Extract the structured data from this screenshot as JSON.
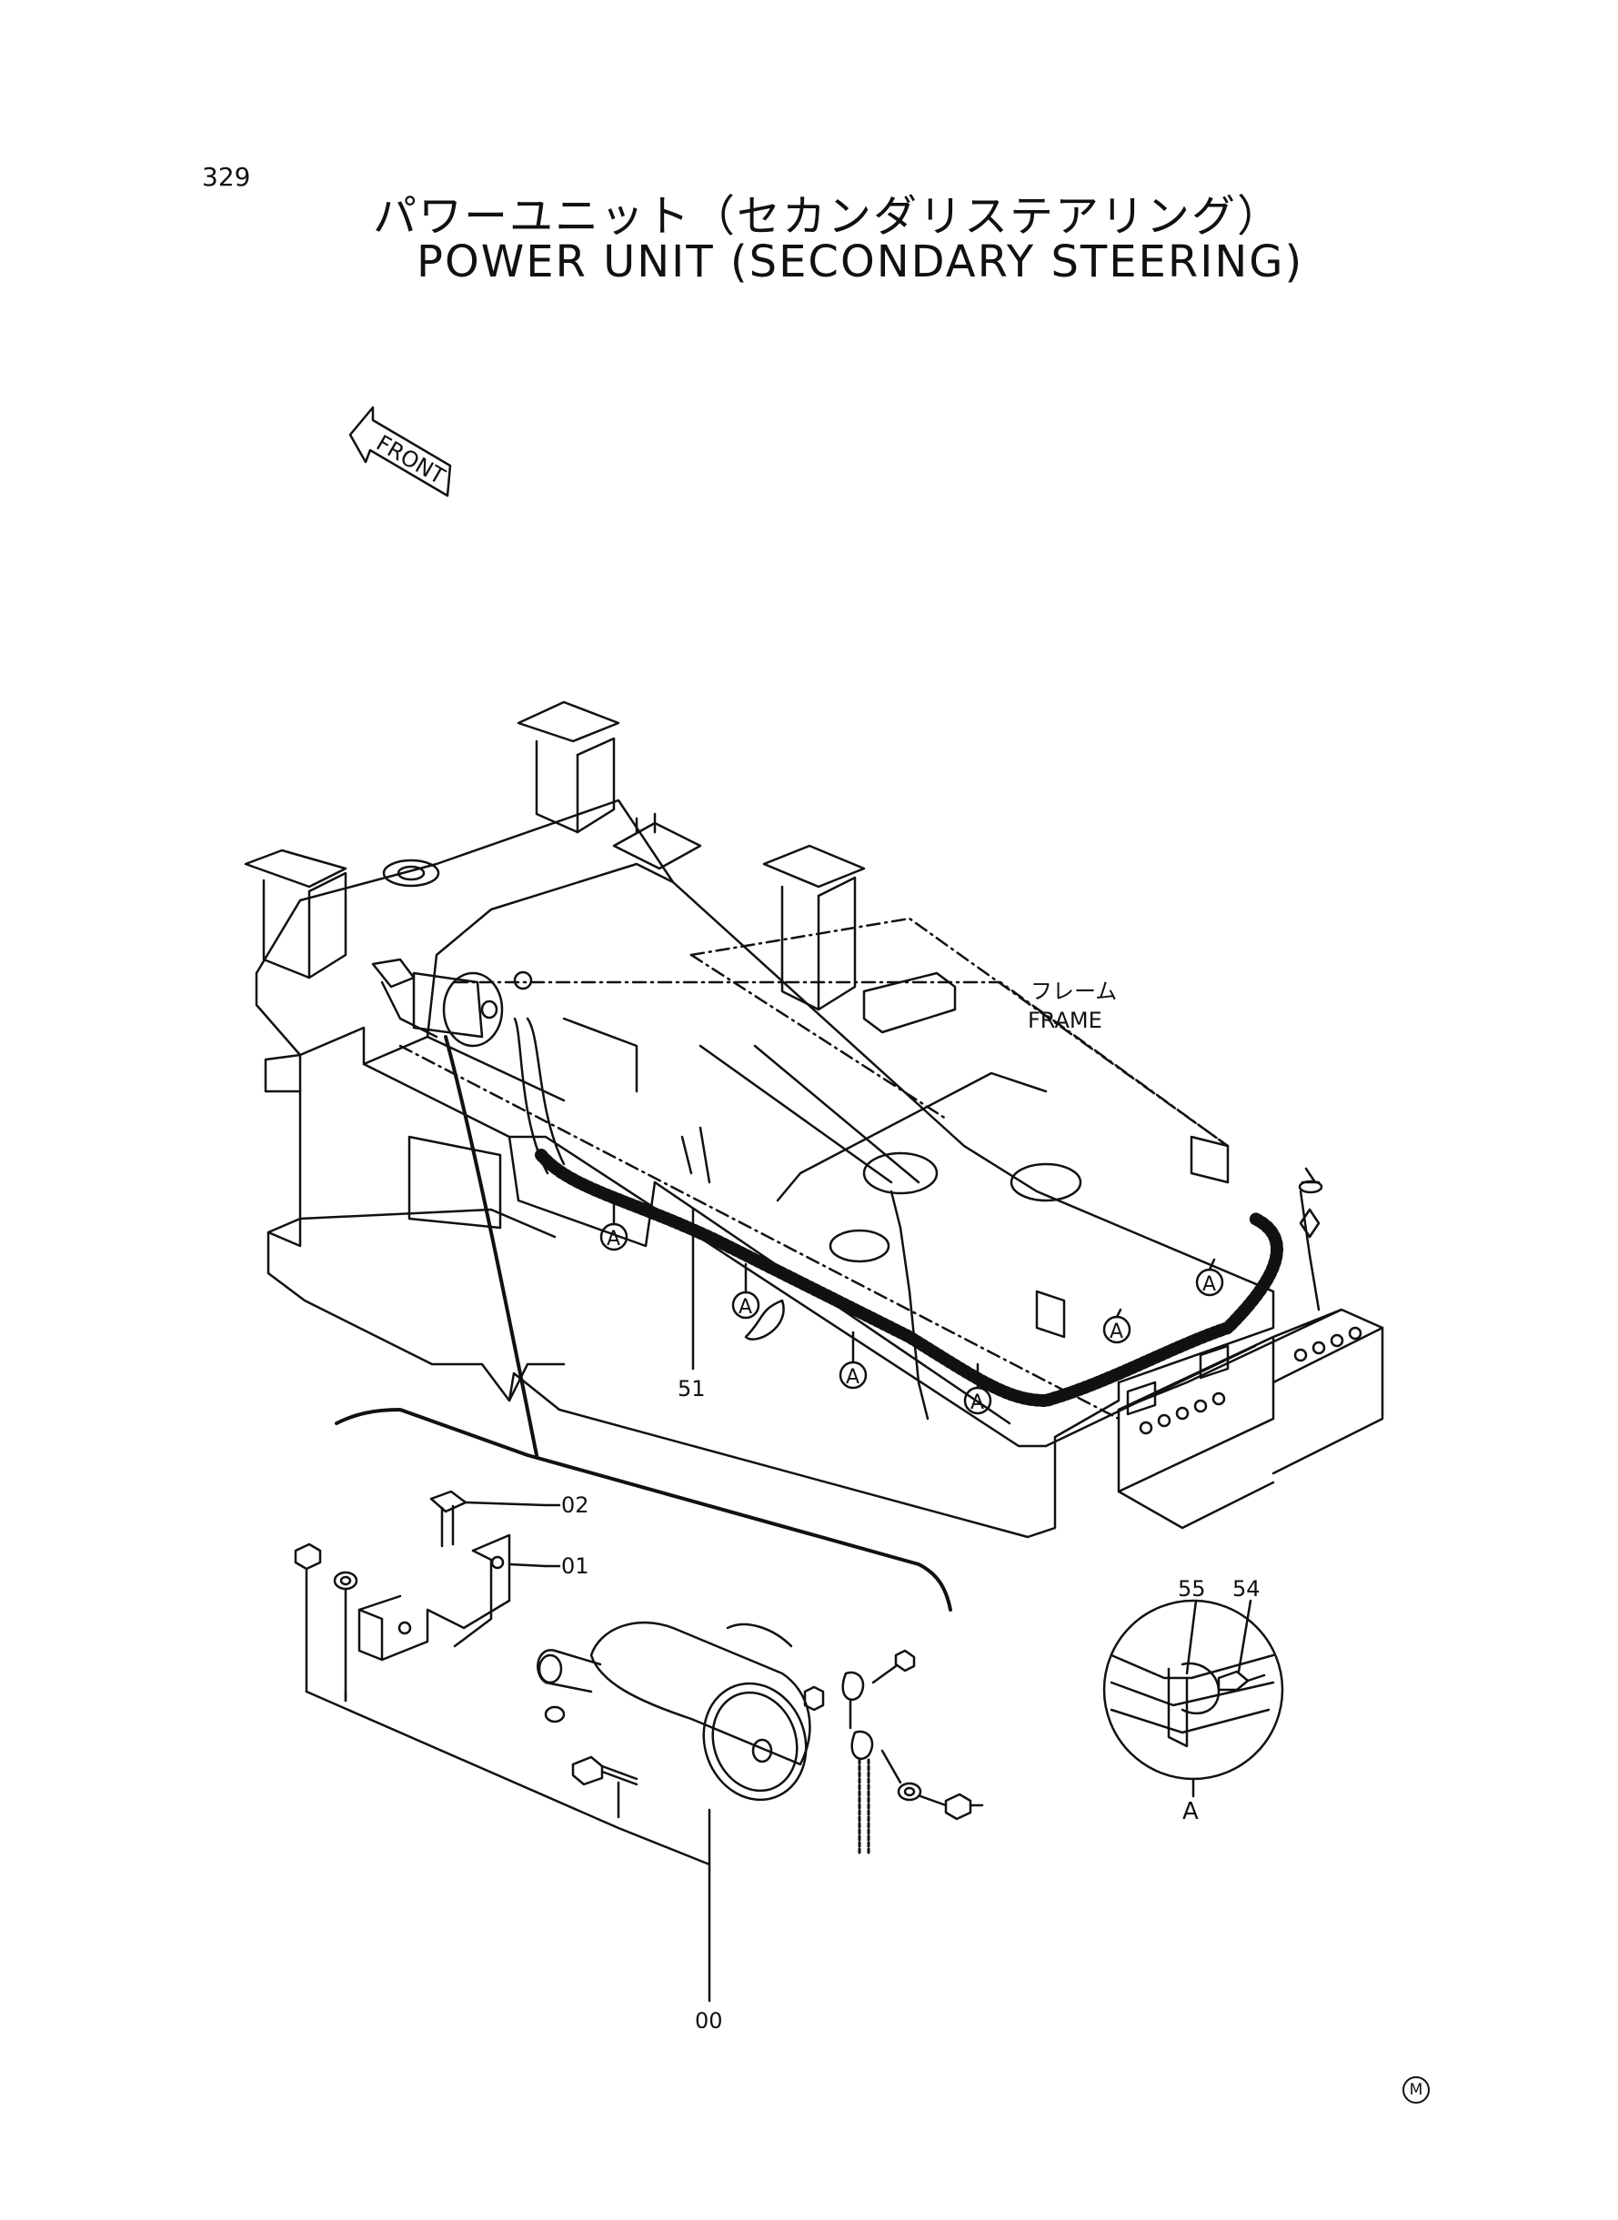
{
  "page_number": "329",
  "title_jp": "パワーユニット（セカンダリステアリング）",
  "title_en": "POWER UNIT (SECONDARY STEERING)",
  "front_label": "FRONT",
  "frame_label_jp": "フレーム",
  "frame_label_en": "FRAME",
  "part_numbers": {
    "motor_assembly": "00",
    "bracket": "01",
    "bolt": "02",
    "harness": "51",
    "clamp_bolt": "54",
    "clamp": "55"
  },
  "callout_letter": "A",
  "corner_mark": "M"
}
